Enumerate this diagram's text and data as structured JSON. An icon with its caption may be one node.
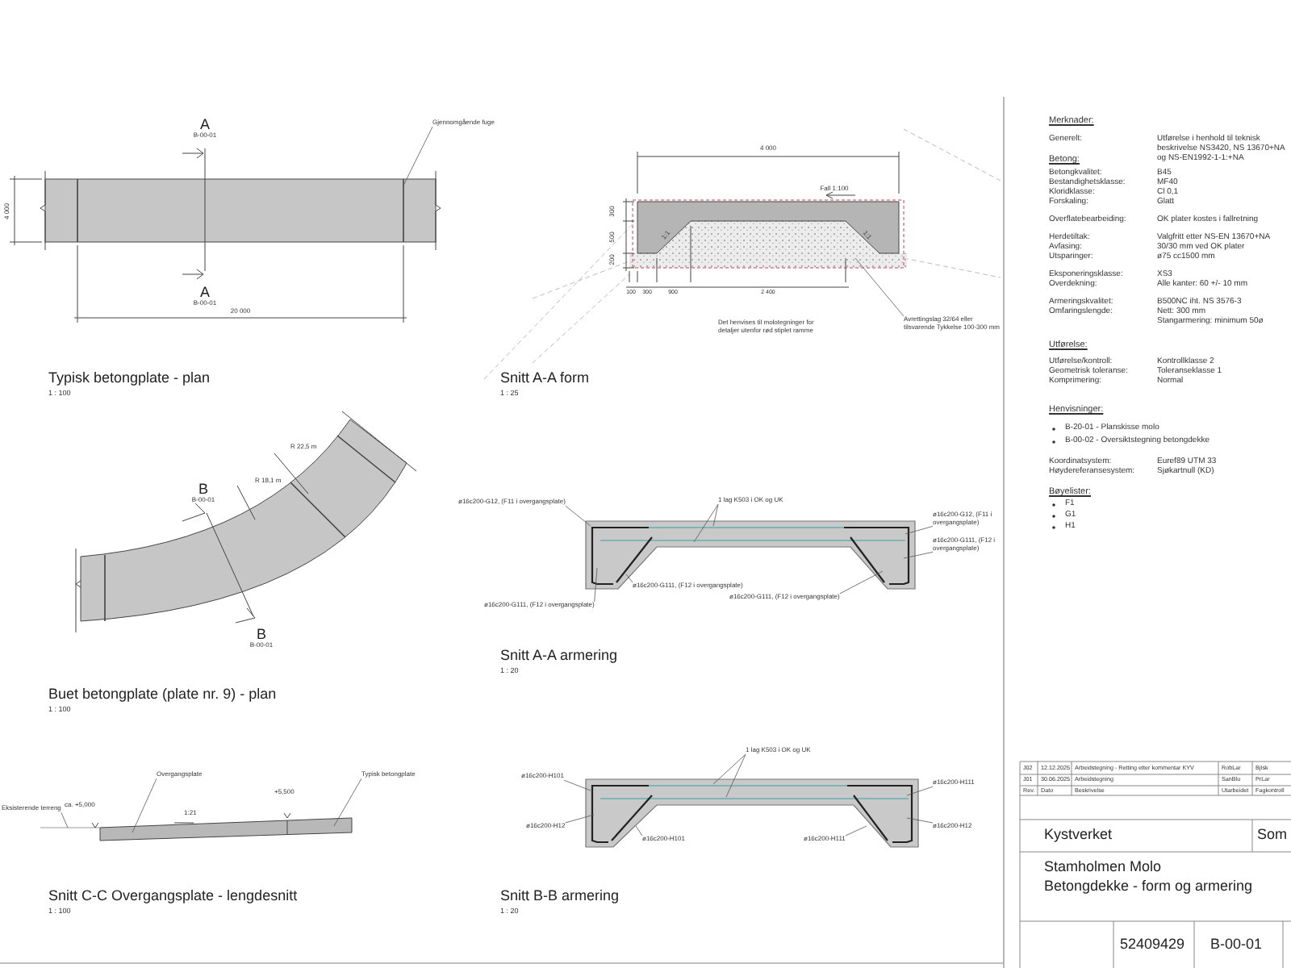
{
  "diagram": {
    "nodes": [
      {
        "text": [
          "Gjennomgående fuge"
        ]
      },
      {
        "text": [
          "Avrettingslag 32/64 eller tilsvarende Tykkelse 100-300 mm"
        ]
      },
      {
        "text": [
          "Overgangsplate"
        ]
      },
      {
        "text": [
          "Typisk betongplate"
        ]
      },
      {
        "text": [
          "Eksisterende terreng"
        ]
      },
      {
        "text": [
          "ø16c200-G12, (F11 i overgangsplate)"
        ]
      },
      {
        "text": [
          "1 lag K503 i OK og UK"
        ]
      },
      {
        "text": [
          "ø16c200-G12, (F11 i overgangsplate)"
        ]
      },
      {
        "text": [
          "ø16c200-G111, (F12 i overgangsplate)"
        ]
      },
      {
        "text": [
          "ø16c200-G111, (F12 i overgangsplate)"
        ]
      },
      {
        "text": [
          "ø16c200-G111, (F12 i overgangsplate)"
        ]
      },
      {
        "text": [
          "ø16c200-G111, (F12 i overgangsplate)"
        ]
      },
      {
        "text": [
          "1 lag K503 i OK og UK"
        ]
      },
      {
        "text": [
          "ø16c200-H101"
        ]
      },
      {
        "text": [
          "ø16c200-H12"
        ]
      },
      {
        "text": [
          "ø16c200-H101"
        ]
      },
      {
        "text": [
          "ø16c200-H111"
        ]
      },
      {
        "text": [
          "ø16c200-H111"
        ]
      },
      {
        "text": [
          "ø16c200-H12"
        ]
      }
    ],
    "edges": [
      {
        "from": 0,
        "to": null,
        "arrow": "none"
      },
      {
        "from": 1,
        "to": null,
        "arrow": "none"
      },
      {
        "from": 2,
        "to": null,
        "arrow": "none"
      },
      {
        "from": 3,
        "to": null,
        "arrow": "none"
      },
      {
        "from": 4,
        "to": null,
        "arrow": "none"
      },
      {
        "from": 5,
        "to": null,
        "arrow": "none"
      },
      {
        "from": 6,
        "to": null,
        "arrow": "none"
      },
      {
        "from": 6,
        "to": null,
        "arrow": "none"
      },
      {
        "from": 7,
        "to": null,
        "arrow": "none"
      },
      {
        "from": 8,
        "to": null,
        "arrow": "none"
      },
      {
        "from": 9,
        "to": null,
        "arrow": "none"
      },
      {
        "from": 10,
        "to": null,
        "arrow": "none"
      },
      {
        "from": 11,
        "to": null,
        "arrow": "none"
      },
      {
        "from": 12,
        "to": null,
        "arrow": "none"
      },
      {
        "from": 12,
        "to": null,
        "arrow": "none"
      },
      {
        "from": 13,
        "to": null,
        "arrow": "none"
      },
      {
        "from": 14,
        "to": null,
        "arrow": "none"
      },
      {
        "from": 15,
        "to": null,
        "arrow": "none"
      },
      {
        "from": 16,
        "to": null,
        "arrow": "none"
      },
      {
        "from": 17,
        "to": null,
        "arrow": "none"
      },
      {
        "from": 18,
        "to": null,
        "arrow": "none"
      }
    ],
    "labels": [
      "A",
      "B-00-01",
      "4 000",
      "20 000",
      "A",
      "B-00-01",
      "Typisk betongplate - plan",
      "1 : 100",
      "4 000",
      "Fall 1:100",
      "300",
      "500",
      "200",
      "1:1",
      "1:1",
      "100",
      "300",
      "900",
      "2 400",
      "Det henvises til molotegninger for detaljer utenfor rød stiplet ramme",
      "Snitt A-A form",
      "1 : 25",
      "R 22,5 m",
      "B",
      "B-00-01",
      "R 18,1 m",
      "B",
      "B-00-01",
      "Buet betongplate (plate nr. 9) - plan",
      "1 : 100",
      "Snitt A-A armering",
      "1 : 20",
      "ca. +5,000",
      "1:21",
      "+5,500",
      "Snitt C-C Overgangsplate - lengdesnitt",
      "1 : 100",
      "Snitt B-B armering",
      "1 : 20",
      "Merknader:",
      "Generelt:",
      "Utførelse i henhold til teknisk beskrivelse NS3420, NS 13670+NA og NS-EN1992-1-1:+NA",
      "Betong:",
      "Betongkvalitet:",
      "B45",
      "Bestandighetsklasse:",
      "MF40",
      "Kloridklasse:",
      "Cl 0,1",
      "Forskaling:",
      "Glatt",
      "Overflatebearbeiding:",
      "OK plater kostes i fallretning",
      "Herdetiltak:",
      "Valgfritt etter NS-EN 13670+NA",
      "Avfasing:",
      "30/30 mm ved OK plater",
      "Utsparinger:",
      "ø75 cc1500 mm",
      "Eksponeringsklasse:",
      "XS3",
      "Overdekning:",
      "Alle kanter: 60 +/- 10 mm",
      "Armeringskvalitet:",
      "B500NC iht. NS 3576-3",
      "Omfaringslengde:",
      "Nett: 300 mm",
      "Stangarmering: minimum 50ø",
      "Utførelse:",
      "Utførelse/kontroll:",
      "Kontrollklasse 2",
      "Geometrisk toleranse:",
      "Toleranseklasse 1",
      "Komprimering:",
      "Normal",
      "Henvisninger:",
      "B-20-01 - Planskisse molo",
      "B-00-02 - Oversiktstegning betongdekke",
      "Koordinatsystem:",
      "Euref89 UTM 33",
      "Høydereferansesystem:",
      "Sjøkartnull (KD)",
      "Bøyelister:",
      "F1",
      "G1",
      "H1",
      "J02",
      "12.12.2025",
      "Arbeidstegning - Retting etter kommentar KYV",
      "RobLar",
      "BjIsk",
      "J01",
      "30.06.2025",
      "Arbeidstegning",
      "SanBlu",
      "PrLar",
      "Rev.",
      "Dato",
      "Beskrivelse",
      "Utarbeidet",
      "Fagkontroll",
      "Kystverket",
      "Som",
      "Stamholmen Molo",
      "Betongdekke - form og armering",
      "52409429",
      "B-00-01"
    ]
  }
}
